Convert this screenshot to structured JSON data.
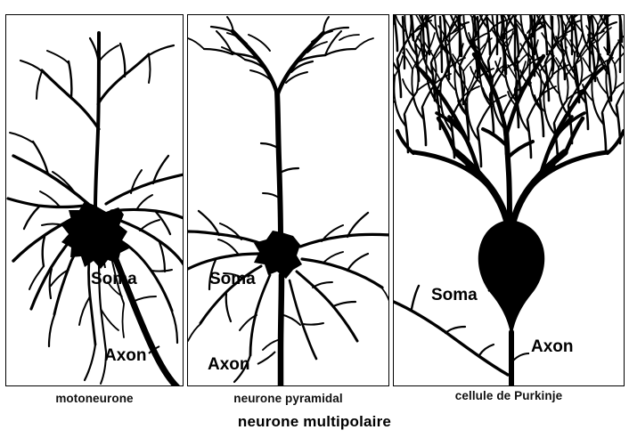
{
  "figure": {
    "title": "neurone multipolaire",
    "background_color": "#ffffff",
    "ink_color": "#000000"
  },
  "panels": [
    {
      "id": "motoneurone",
      "caption": "motoneurone",
      "labels": {
        "soma": "Soma",
        "axon": "Axon"
      }
    },
    {
      "id": "neurone-pyramidal",
      "caption": "neurone pyramidal",
      "labels": {
        "soma": "Soma",
        "axon": "Axon"
      }
    },
    {
      "id": "cellule-de-purkinje",
      "caption": "cellule de Purkinje",
      "labels": {
        "soma": "Soma",
        "axon": "Axon"
      }
    }
  ]
}
